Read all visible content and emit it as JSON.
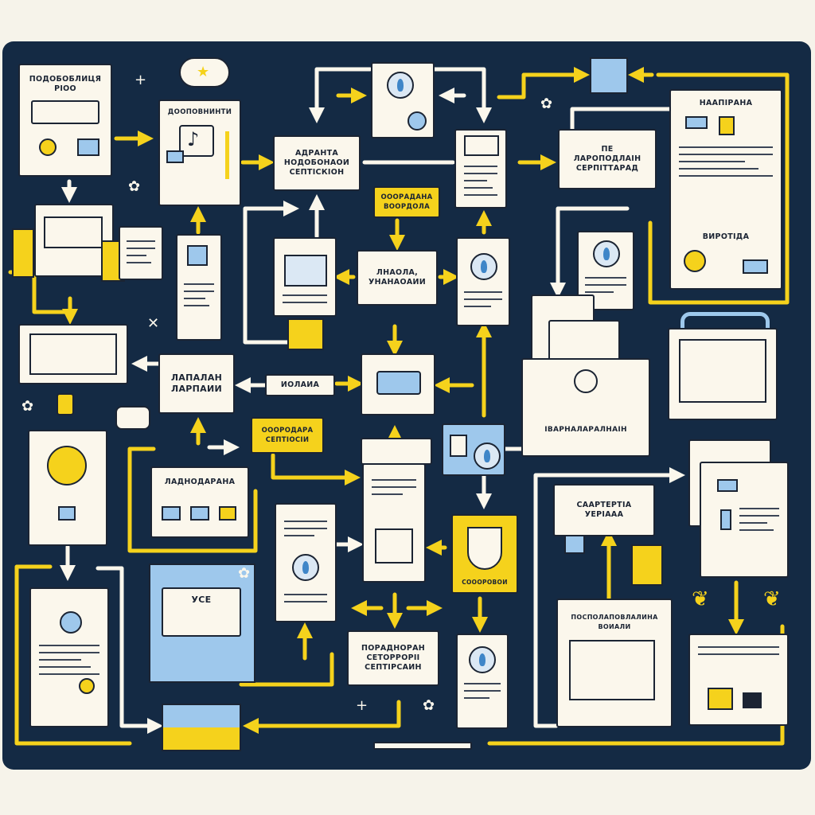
{
  "colors": {
    "background": "#142a44",
    "connector": "#f5d21c",
    "connector_light": "#fbf7ec",
    "card": "#fbf7ec",
    "accent_blue": "#9ec8ec",
    "accent_yellow": "#f5d21c"
  },
  "icons": [
    "cloud-icon",
    "star-icon",
    "search-icon",
    "gear-icon",
    "envelope-icon",
    "emblem-icon",
    "pencil-icon",
    "plant-icon",
    "monitor-icon",
    "trident-emblem-icon",
    "person-icon"
  ],
  "nodes": {
    "top_left_doc": "ПОДОБОБЛИЦЯ\nРІОО",
    "music_doc": "ДООПОВНИНТИ",
    "center_top_box": "АДРАНТА\nНОДОБОНАОИ\nСЕПТІСКІОН",
    "right_top_box": "ПЕ\nЛАРОПОДЛАІН\nСЕРПІТТАРАД",
    "right_panel_title": "НААПІРАНА",
    "right_panel_sub": "ВИРОТІДА",
    "yellow_tag_1": "ОООРАДАНА\nВООРДОЛА",
    "center_mid_box": "ЛНАОЛА,\nУНАНАОАИИ",
    "left_mid_box": "ЛАПАЛАН\nЛАРПАИИ",
    "small_label": "ИОЛАИА",
    "envelope_label": "ІВАРНАЛАРАЛНАІН",
    "yellow_tag_2": "ОООРОДАРА\nСЕПТІОСІИ",
    "lower_left_panel": "ЛАДНОДАРАНА",
    "bottom_center_box": "ПОРАДНОРАН\nСЕТОРРОРІІ\nСЕПТІРСАИН",
    "right_lower_box": "СААРТЕРТІА\nУЕРІААА",
    "emblem_label": "СОООРОВОИ",
    "bottom_right_doc": "ПОСПОЛАПОВЛАЛИНА\nВОИАЛИ",
    "envelope_letter": "УСЕ"
  }
}
